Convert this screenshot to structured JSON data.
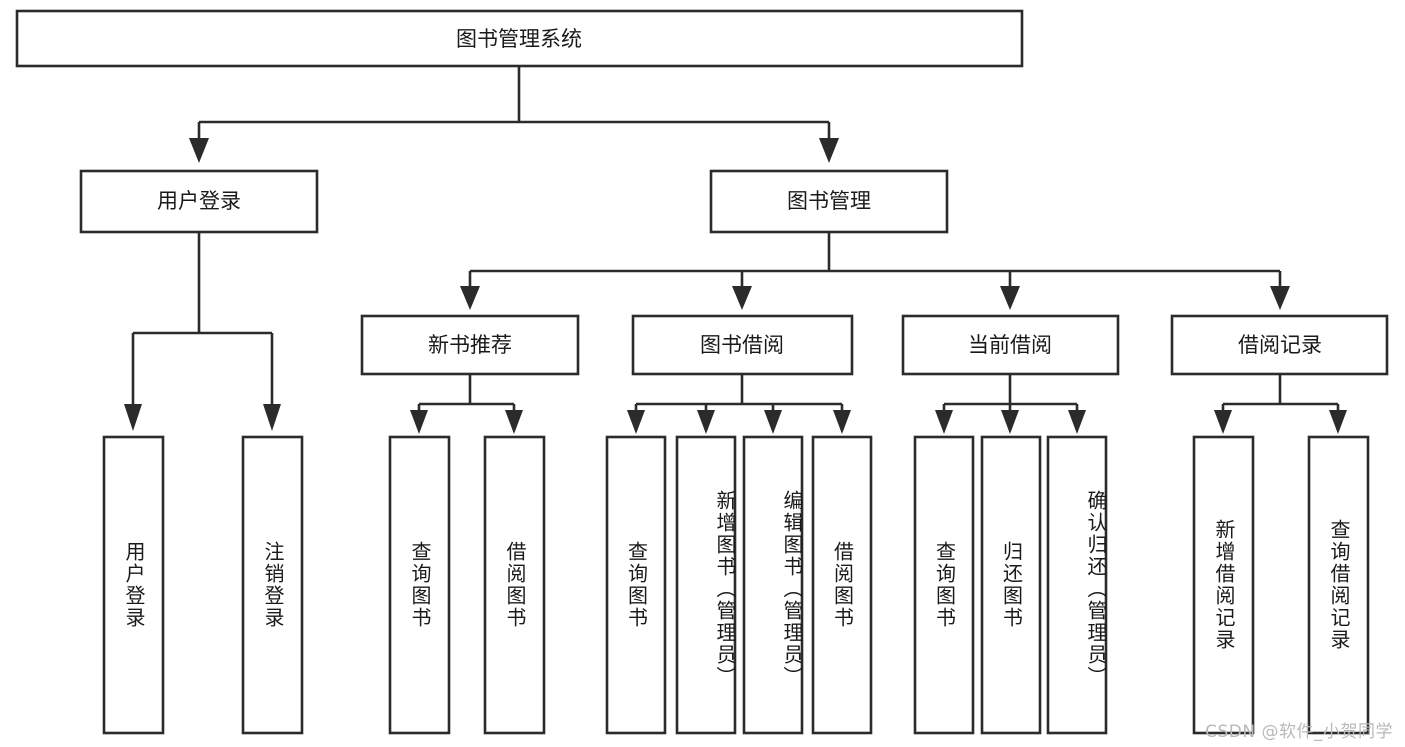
{
  "diagram": {
    "title": "图书管理系统",
    "type": "tree",
    "watermark": "CSDN @软件_小贺同学",
    "colors": {
      "box_stroke": "#2b2b2b",
      "box_fill": "#ffffff",
      "text": "#1a1a1a",
      "background": "#ffffff",
      "watermark": "#b9b9b9"
    },
    "root": {
      "label": "图书管理系统"
    },
    "level2": [
      {
        "label": "用户登录"
      },
      {
        "label": "图书管理"
      }
    ],
    "level3": [
      {
        "label": "新书推荐"
      },
      {
        "label": "图书借阅"
      },
      {
        "label": "当前借阅"
      },
      {
        "label": "借阅记录"
      }
    ],
    "leaves": {
      "user_login": [
        {
          "label": "用户登录"
        },
        {
          "label": "注销登录"
        }
      ],
      "new_book_recommend": [
        {
          "label": "查询图书"
        },
        {
          "label": "借阅图书"
        }
      ],
      "book_borrow": [
        {
          "label": "查询图书"
        },
        {
          "label": "新增图书（管理员）"
        },
        {
          "label": "编辑图书（管理员）"
        },
        {
          "label": "借阅图书"
        }
      ],
      "current_borrow": [
        {
          "label": "查询图书"
        },
        {
          "label": "归还图书"
        },
        {
          "label": "确认归还（管理员）"
        }
      ],
      "borrow_records": [
        {
          "label": "新增借阅记录"
        },
        {
          "label": "查询借阅记录"
        }
      ]
    }
  }
}
